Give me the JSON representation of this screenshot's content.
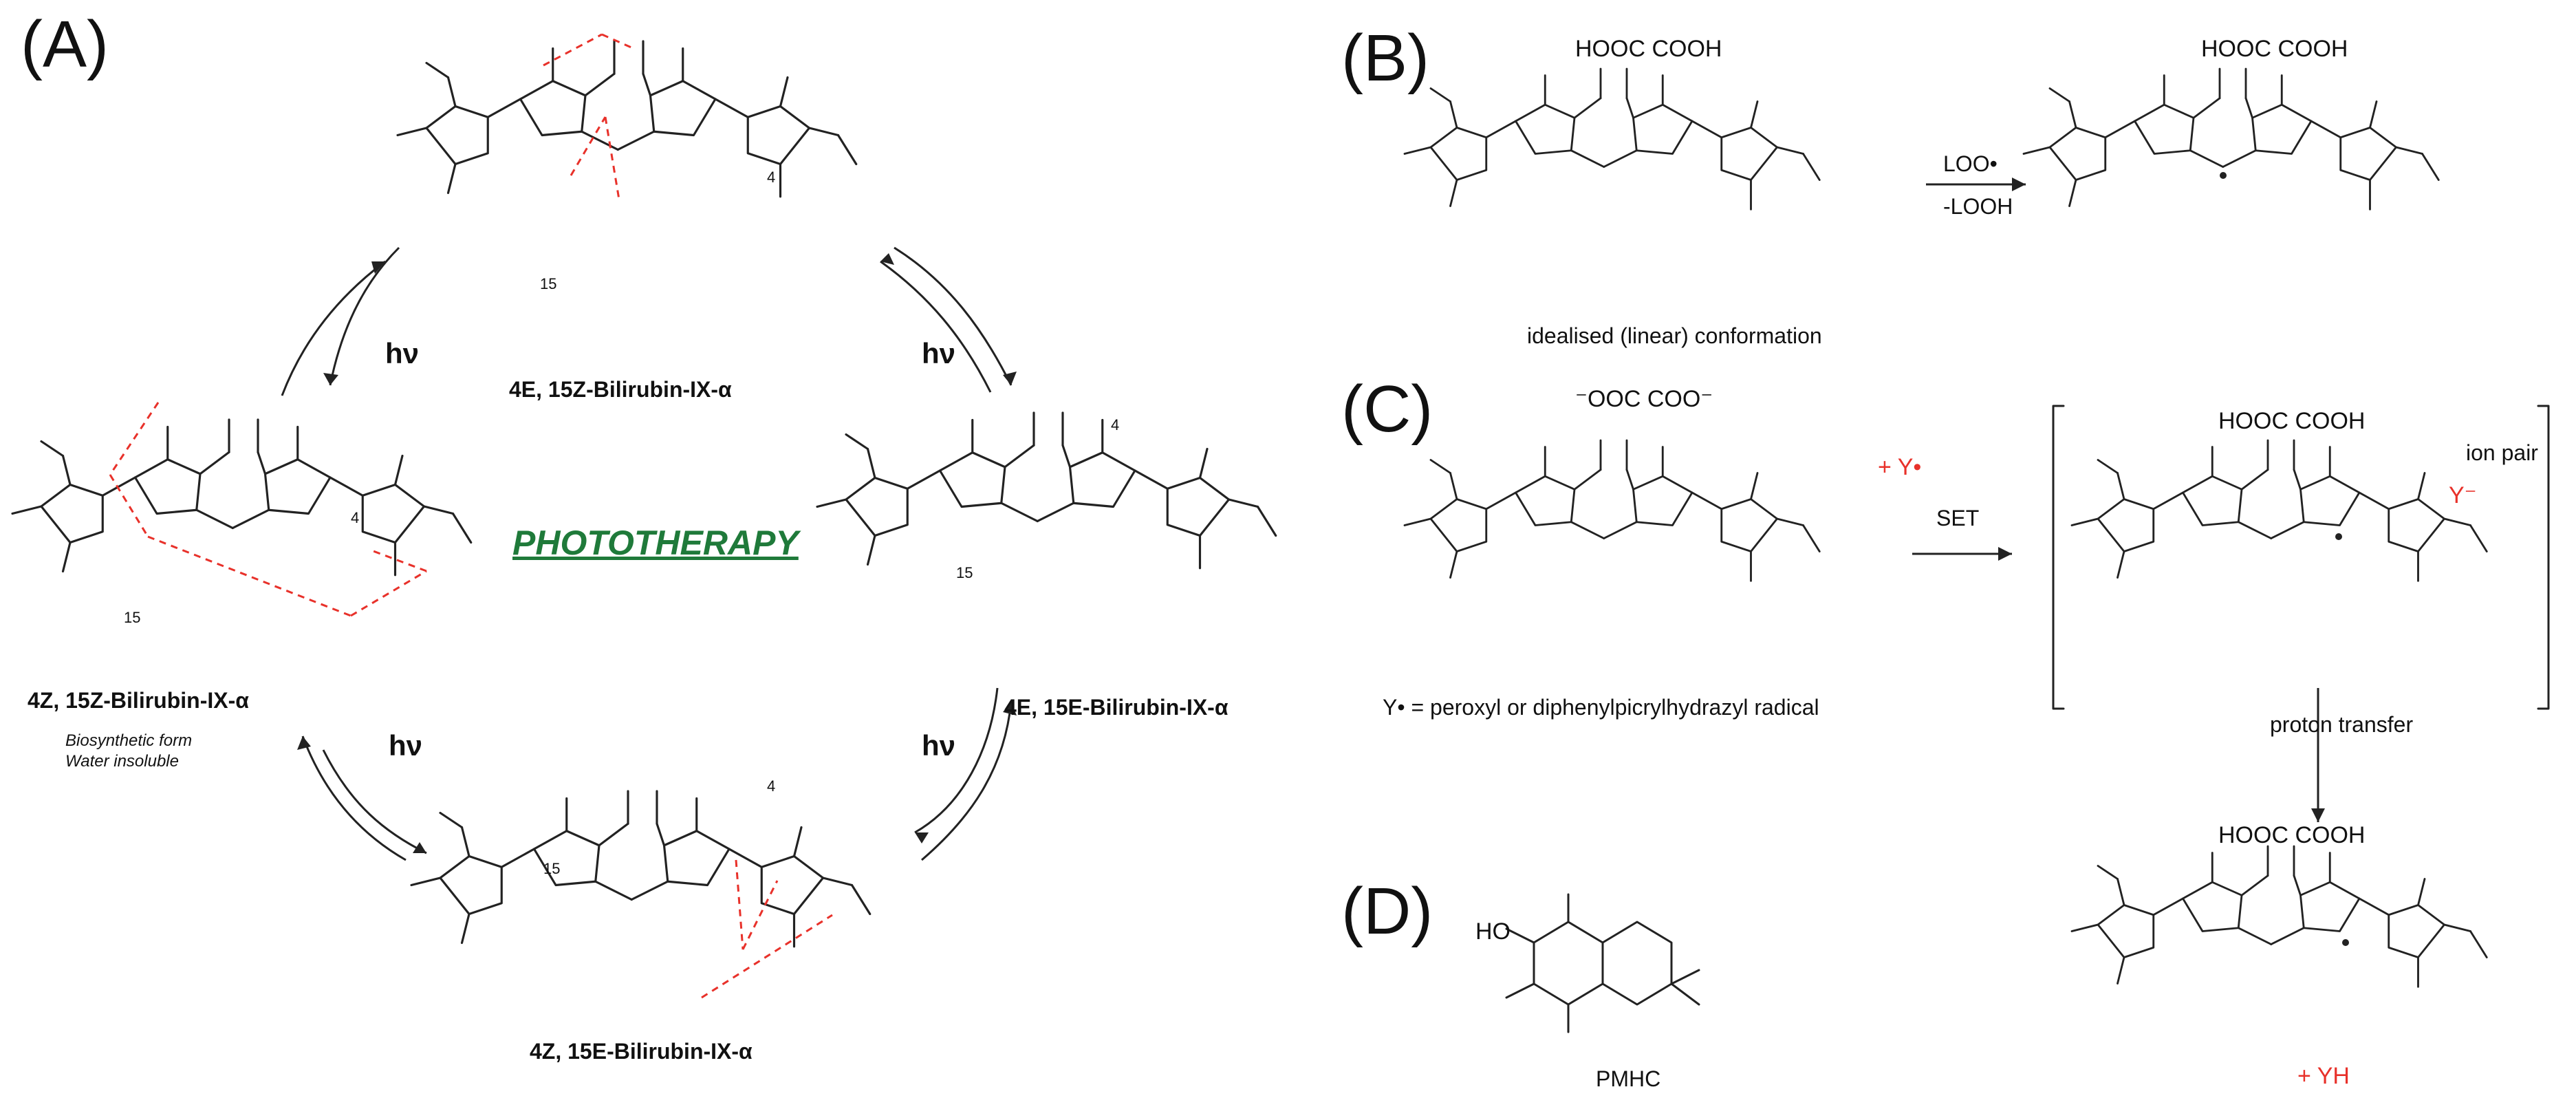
{
  "panels": {
    "a": "(A)",
    "b": "(B)",
    "c": "(C)",
    "d": "(D)"
  },
  "panel_a": {
    "center_label": "PHOTOTHERAPY",
    "hv": "hν",
    "top_compound": "4E, 15Z-Bilirubin-IX-α",
    "left_compound": "4Z, 15Z-Bilirubin-IX-α",
    "left_note_1": "Biosynthetic form",
    "left_note_2": "Water insoluble",
    "right_compound": "4E, 15E-Bilirubin-IX-α",
    "bottom_compound": "4Z, 15E-Bilirubin-IX-α",
    "pos_4": "4",
    "pos_15": "15"
  },
  "panel_b": {
    "acids": "HOOC COOH",
    "conformation": "idealised (linear) conformation",
    "reagent": "LOO•",
    "byproduct": "-LOOH"
  },
  "panel_c": {
    "anions": "⁻OOC COO⁻",
    "acids": "HOOC COOH",
    "radical": "+ Y•",
    "set": "SET",
    "ion_pair": "ion pair",
    "y_minus": "Y⁻",
    "y_def": "Y• = peroxyl or diphenylpicrylhydrazyl radical",
    "proton_transfer": "proton transfer",
    "product": "+ YH"
  },
  "panel_d": {
    "name": "PMHC",
    "ho": "HO"
  },
  "colors": {
    "hbond": "#e8312a",
    "phototherapy": "#1f7a3a",
    "ink": "#111111"
  }
}
